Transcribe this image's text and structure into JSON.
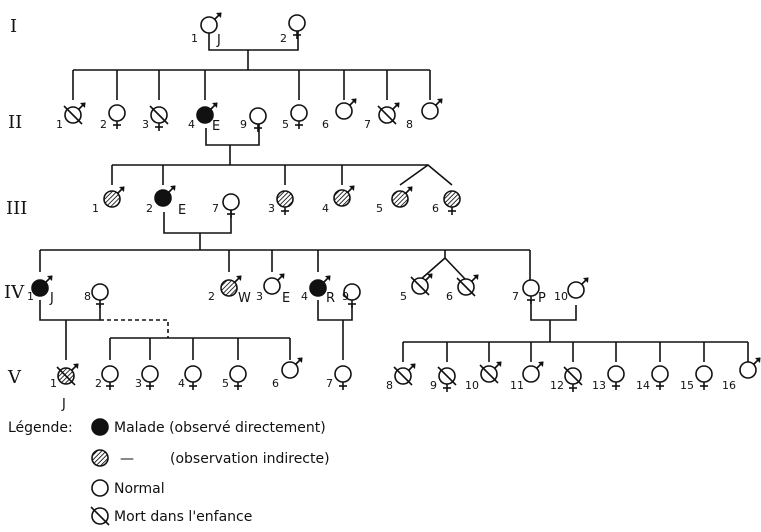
{
  "generations": [
    "I",
    "II",
    "III",
    "IV",
    "V"
  ],
  "people": {
    "I": [
      {
        "n": "1",
        "sex": "M",
        "status": "normal",
        "label": "J"
      },
      {
        "n": "2",
        "sex": "F",
        "status": "normal",
        "label": ""
      }
    ],
    "II": [
      {
        "n": "1",
        "sex": "M",
        "status": "dead",
        "label": ""
      },
      {
        "n": "2",
        "sex": "F",
        "status": "normal",
        "label": ""
      },
      {
        "n": "3",
        "sex": "F",
        "status": "dead",
        "label": ""
      },
      {
        "n": "4",
        "sex": "M",
        "status": "affected",
        "label": "E"
      },
      {
        "n": "9",
        "sex": "F",
        "status": "normal",
        "label": ""
      },
      {
        "n": "5",
        "sex": "F",
        "status": "normal",
        "label": ""
      },
      {
        "n": "6",
        "sex": "M",
        "status": "normal",
        "label": ""
      },
      {
        "n": "7",
        "sex": "M",
        "status": "dead",
        "label": ""
      },
      {
        "n": "8",
        "sex": "M",
        "status": "normal",
        "label": ""
      }
    ],
    "III": [
      {
        "n": "1",
        "sex": "M",
        "status": "indirect",
        "label": ""
      },
      {
        "n": "2",
        "sex": "M",
        "status": "affected",
        "label": "E"
      },
      {
        "n": "7",
        "sex": "F",
        "status": "normal",
        "label": ""
      },
      {
        "n": "3",
        "sex": "F",
        "status": "indirect",
        "label": ""
      },
      {
        "n": "4",
        "sex": "M",
        "status": "indirect",
        "label": ""
      },
      {
        "n": "5",
        "sex": "M",
        "status": "indirect",
        "label": ""
      },
      {
        "n": "6",
        "sex": "F",
        "status": "indirect",
        "label": ""
      }
    ],
    "IV": [
      {
        "n": "1",
        "sex": "M",
        "status": "affected",
        "label": "J"
      },
      {
        "n": "8",
        "sex": "F",
        "status": "normal",
        "label": ""
      },
      {
        "n": "2",
        "sex": "M",
        "status": "indirect",
        "label": "W"
      },
      {
        "n": "3",
        "sex": "M",
        "status": "normal",
        "label": "E"
      },
      {
        "n": "4",
        "sex": "M",
        "status": "affected",
        "label": "R"
      },
      {
        "n": "9",
        "sex": "F",
        "status": "normal",
        "label": ""
      },
      {
        "n": "5",
        "sex": "M",
        "status": "dead",
        "label": ""
      },
      {
        "n": "6",
        "sex": "M",
        "status": "dead",
        "label": ""
      },
      {
        "n": "7",
        "sex": "F",
        "status": "normal",
        "label": "P"
      },
      {
        "n": "10",
        "sex": "M",
        "status": "normal",
        "label": ""
      }
    ],
    "V": [
      {
        "n": "1",
        "sex": "M",
        "status": "indirect_dead",
        "label": "J"
      },
      {
        "n": "2",
        "sex": "F",
        "status": "normal",
        "label": ""
      },
      {
        "n": "3",
        "sex": "F",
        "status": "normal",
        "label": ""
      },
      {
        "n": "4",
        "sex": "F",
        "status": "normal",
        "label": ""
      },
      {
        "n": "5",
        "sex": "F",
        "status": "normal",
        "label": ""
      },
      {
        "n": "6",
        "sex": "M",
        "status": "normal",
        "label": ""
      },
      {
        "n": "7",
        "sex": "F",
        "status": "normal",
        "label": ""
      },
      {
        "n": "8",
        "sex": "M",
        "status": "dead",
        "label": ""
      },
      {
        "n": "9",
        "sex": "F",
        "status": "dead",
        "label": ""
      },
      {
        "n": "10",
        "sex": "M",
        "status": "dead",
        "label": ""
      },
      {
        "n": "11",
        "sex": "M",
        "status": "normal",
        "label": ""
      },
      {
        "n": "12",
        "sex": "F",
        "status": "dead",
        "label": ""
      },
      {
        "n": "13",
        "sex": "F",
        "status": "normal",
        "label": ""
      },
      {
        "n": "14",
        "sex": "F",
        "status": "normal",
        "label": ""
      },
      {
        "n": "15",
        "sex": "F",
        "status": "normal",
        "label": ""
      },
      {
        "n": "16",
        "sex": "M",
        "status": "normal",
        "label": ""
      }
    ]
  },
  "legend": {
    "title": "Légende:",
    "affected": "Malade (observé directement)",
    "indirect_dash": "—",
    "indirect": "(observation indirecte)",
    "normal": "Normal",
    "dead": "Mort dans l'enfance"
  },
  "colors": {
    "ink": "#111111",
    "background": "#ffffff"
  }
}
